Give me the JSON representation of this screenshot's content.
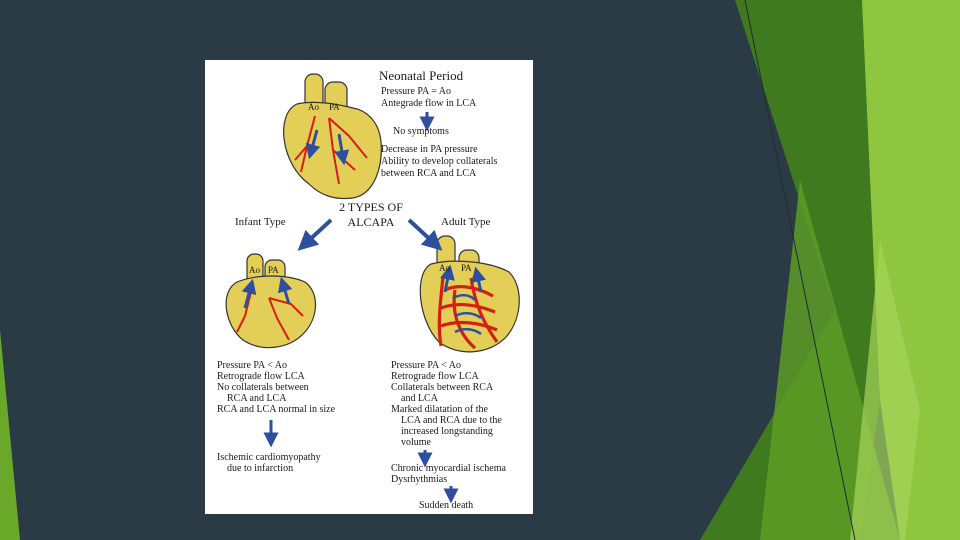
{
  "colors": {
    "background": "#2b3b45",
    "green_dark": "#3f7a1e",
    "green_mid": "#5d9c26",
    "green_light": "#8ec63f",
    "heart": "#e3cf58",
    "vessel": "#d41f12",
    "arrow": "#2e4e9e"
  },
  "diagram": {
    "neonatal": {
      "title": "Neonatal Period",
      "lines": [
        "Pressure PA  = Ao",
        "Antegrade flow in LCA"
      ],
      "result": "No symptoms",
      "next_lines": [
        "Decrease in PA pressure",
        "Ability to develop collaterals",
        "between RCA and LCA"
      ]
    },
    "center_title": [
      "2 TYPES OF",
      "ALCAPA"
    ],
    "labels": {
      "ao": "Ao",
      "pa": "PA"
    },
    "infant": {
      "title": "Infant Type",
      "lines": [
        "Pressure PA < Ao",
        "Retrograde flow LCA",
        "No collaterals between",
        "RCA and LCA",
        "RCA and LCA normal in size"
      ],
      "outcome": [
        "Ischemic cardiomyopathy",
        "due to infarction"
      ]
    },
    "adult": {
      "title": "Adult Type",
      "lines": [
        "Pressure PA < Ao",
        "Retrograde flow LCA",
        "Collaterals between RCA",
        "and LCA",
        "Marked dilatation of the",
        "LCA and RCA due to the",
        "increased longstanding",
        "volume"
      ],
      "outcome1": [
        "Chronic myocardial ischema",
        "Dysrhythmias"
      ],
      "outcome2": "Sudden death"
    }
  }
}
